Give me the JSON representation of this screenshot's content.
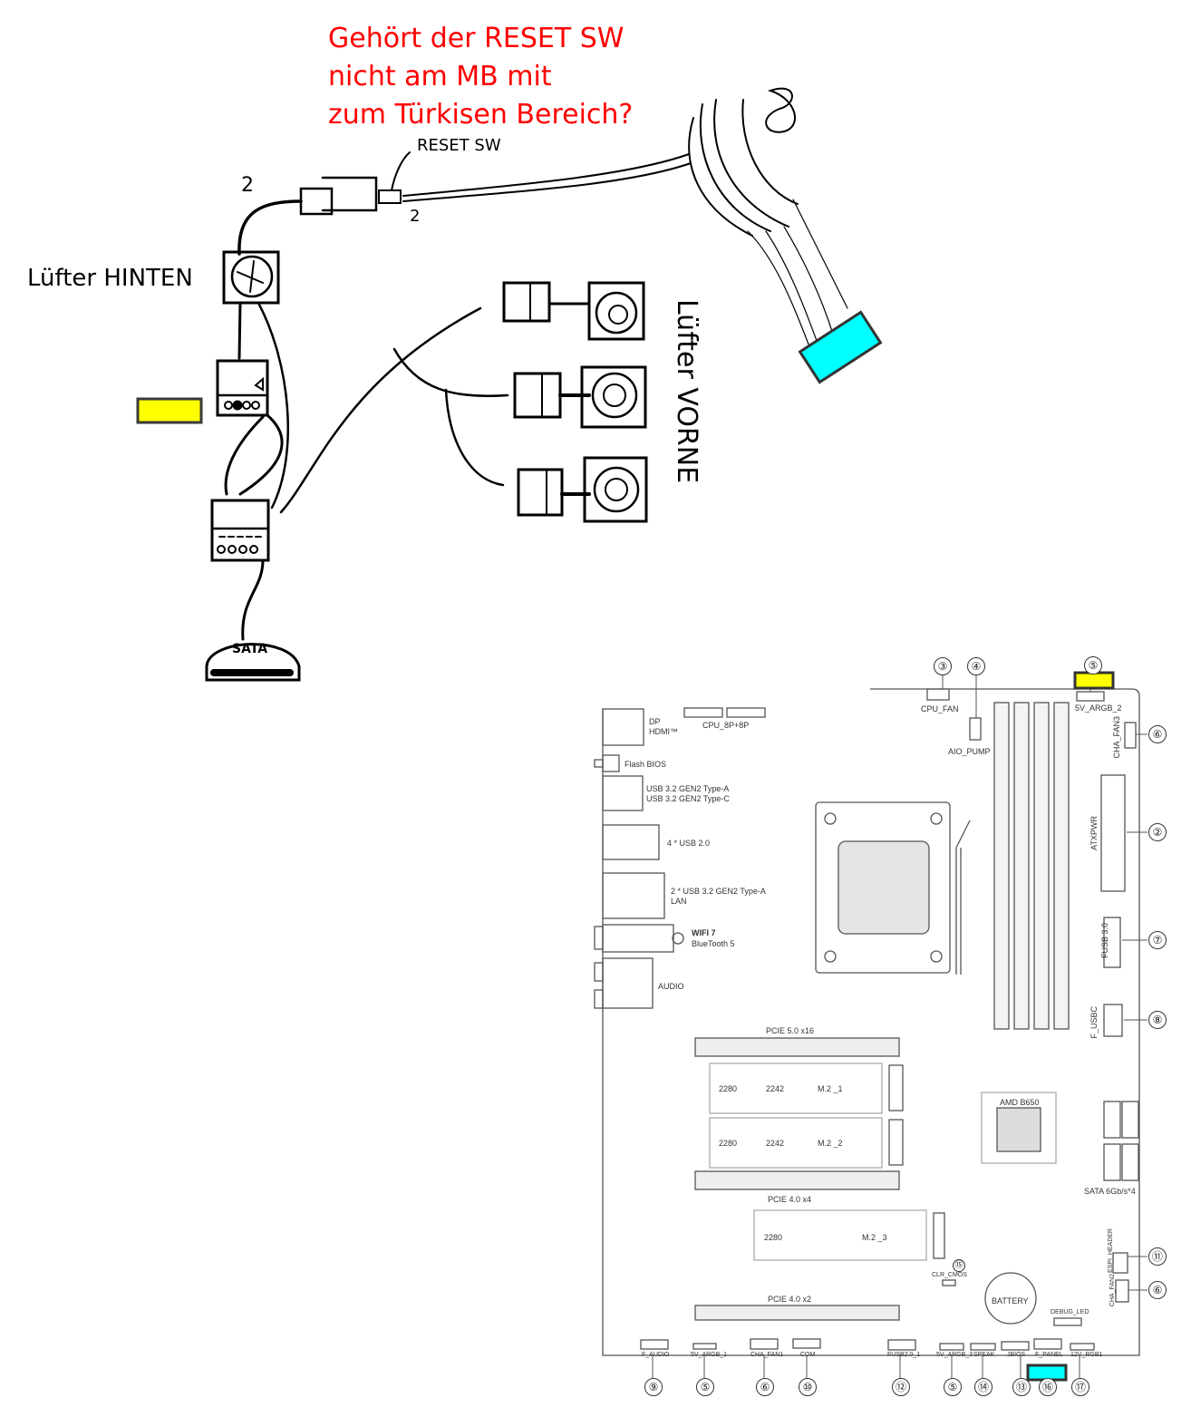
{
  "annotation": {
    "question": "Gehört der RESET SW\nnicht am MB mit\nzum Türkisen Bereich?",
    "rear_fan_label": "Lüfter HINTEN",
    "front_fan_label": "Lüfter VORNE",
    "colors": {
      "question_text": "#ff0000",
      "highlight_yellow": "#ffff00",
      "highlight_cyan": "#00ffff"
    }
  },
  "sketch": {
    "reset_sw_label": "RESET SW",
    "count_labels": [
      "2",
      "2",
      "8"
    ],
    "sata_label": "SATA"
  },
  "motherboard": {
    "io": {
      "dp_hdmi": "DP\nHDMI™",
      "flash_bios": "Flash BIOS",
      "usb_gen2": "USB 3.2 GEN2 Type-A\nUSB 3.2 GEN2 Type-C",
      "usb20": "4 * USB 2.0",
      "usb_lan": "2 * USB 3.2 GEN2 Type-A\nLAN",
      "wifi": "WIFI 7",
      "bluetooth": "BlueTooth 5",
      "audio": "AUDIO"
    },
    "headers": {
      "cpu_power": "CPU_8P+8P",
      "cpu_fan": "CPU_FAN",
      "aio_pump": "AIO_PUMP",
      "argb2": "5V_ARGB_2",
      "cha_fan3": "CHA_FAN3",
      "atxpwr": "ATXPWR",
      "fusb30": "FUSB 3.0",
      "f_usbc": "F_USBC",
      "chipset": "AMD B650",
      "sata": "SATA 6Gb/s*4",
      "espi": "ESPI_HEADER",
      "cha_fan2": "CHA_FAN2",
      "battery": "BATTERY",
      "debug_led": "DEBUG_LED",
      "clr_cmos": "CLR_CMOS",
      "pcie1": "PCIE 5.0 x16",
      "pcie2": "PCIE 4.0 x4",
      "pcie3": "PCIE 4.0 x2",
      "m2_1": "M.2 _1",
      "m2_2": "M.2 _2",
      "m2_3": "M.2 _3",
      "len2280": "2280",
      "len2242": "2242"
    },
    "bottom_headers": [
      {
        "label": "F_AUDIO",
        "callout": "⑨"
      },
      {
        "label": "5V_ARGB_1",
        "callout": "⑤"
      },
      {
        "label": "CHA_FAN1",
        "callout": "⑥"
      },
      {
        "label": "COM",
        "callout": "⑩"
      },
      {
        "label": "FUSB2.0_1",
        "callout": "⑫"
      },
      {
        "label": "5V_ARGB_3",
        "callout": "⑤"
      },
      {
        "label": "SPEAK",
        "callout": "⑭"
      },
      {
        "label": "JBIOS",
        "callout": "⑬"
      },
      {
        "label": "F_PANEL",
        "callout": "⑯"
      },
      {
        "label": "12V_RGB1",
        "callout": "⑰"
      }
    ],
    "callouts": {
      "cpu_fan": "③",
      "aio_pump": "④",
      "argb2": "⑤",
      "cha_fan3": "⑥",
      "atxpwr": "②",
      "fusb30": "⑦",
      "f_usbc": "⑧",
      "espi": "⑪",
      "cha_fan2": "⑥",
      "clr_cmos": "⑮"
    }
  }
}
